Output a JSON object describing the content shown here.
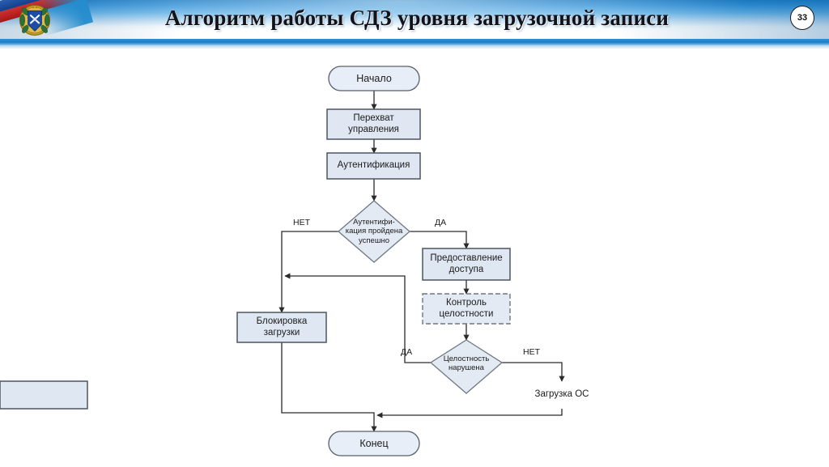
{
  "slide": {
    "title": "Алгоритм работы СДЗ уровня загрузочной записи",
    "page_number": "33",
    "emblem_name": "russian-military-crest",
    "header_colors": {
      "blue_dark": "#1f7ec4",
      "blue_mid": "#63b2e6",
      "blue_light": "#bcdcf4",
      "underbar": "#2f93da"
    }
  },
  "chart_data": {
    "type": "diagram",
    "title": "Алгоритм работы СДЗ уровня загрузочной записи",
    "nodes": [
      {
        "id": "start",
        "shape": "terminal",
        "label": "Начало",
        "fill": "#e8eef7",
        "stroke": "#58606b",
        "border": "solid"
      },
      {
        "id": "intercept",
        "shape": "process",
        "label": "Перехват\nуправления",
        "fill": "#e0e7f2",
        "stroke": "#4b5560",
        "border": "solid"
      },
      {
        "id": "auth",
        "shape": "process",
        "label": "Аутентификация",
        "fill": "#e0e7f2",
        "stroke": "#4b5560",
        "border": "solid"
      },
      {
        "id": "auth_check",
        "shape": "decision",
        "label": "Аутентифи-\nкация пройдена\nуспешно",
        "fill": "#e4eaf4",
        "stroke": "#6f7782",
        "border": "solid"
      },
      {
        "id": "grant",
        "shape": "process",
        "label": "Предоставление\nдоступа",
        "fill": "#dfe7f3",
        "stroke": "#4b5560",
        "border": "solid"
      },
      {
        "id": "integrity",
        "shape": "process",
        "label": "Контроль\nцелостности",
        "fill": "#e4eaf4",
        "stroke": "#6f7782",
        "border": "dashed"
      },
      {
        "id": "block",
        "shape": "process",
        "label": "Блокировка\nзагрузки",
        "fill": "#dfe7f3",
        "stroke": "#4b5560",
        "border": "solid"
      },
      {
        "id": "viol_check",
        "shape": "decision",
        "label": "Целостность\nнарушена",
        "fill": "#e4eaf4",
        "stroke": "#6f7782",
        "border": "solid"
      },
      {
        "id": "boot_os",
        "shape": "process",
        "label": "Загрузка ОС",
        "fill": "#dfe7f3",
        "stroke": "#4b5560",
        "border": "solid"
      },
      {
        "id": "end",
        "shape": "terminal",
        "label": "Конец",
        "fill": "#e8eef7",
        "stroke": "#58606b",
        "border": "solid"
      }
    ],
    "edges": [
      {
        "from": "start",
        "to": "intercept",
        "label": ""
      },
      {
        "from": "intercept",
        "to": "auth",
        "label": ""
      },
      {
        "from": "auth",
        "to": "auth_check",
        "label": ""
      },
      {
        "from": "auth_check",
        "to": "block",
        "label": "НЕТ"
      },
      {
        "from": "auth_check",
        "to": "grant",
        "label": "ДА"
      },
      {
        "from": "grant",
        "to": "integrity",
        "label": ""
      },
      {
        "from": "integrity",
        "to": "viol_check",
        "label": ""
      },
      {
        "from": "viol_check",
        "to": "block",
        "label": "ДА"
      },
      {
        "from": "viol_check",
        "to": "boot_os",
        "label": "НЕТ"
      },
      {
        "from": "block",
        "to": "end",
        "label": ""
      },
      {
        "from": "boot_os",
        "to": "end",
        "label": ""
      }
    ],
    "edge_labels": {
      "auth_no": "НЕТ",
      "auth_yes": "ДА",
      "viol_yes": "ДА",
      "viol_no": "НЕТ"
    },
    "node_labels": {
      "start_l1": "Начало",
      "intercept_l1": "Перехват",
      "intercept_l2": "управления",
      "auth_l1": "Аутентификация",
      "auth_check_l1": "Аутентифи-",
      "auth_check_l2": "кация пройдена",
      "auth_check_l3": "успешно",
      "grant_l1": "Предоставление",
      "grant_l2": "доступа",
      "integrity_l1": "Контроль",
      "integrity_l2": "целостности",
      "block_l1": "Блокировка",
      "block_l2": "загрузки",
      "viol_check_l1": "Целостность",
      "viol_check_l2": "нарушена",
      "boot_os_l1": "Загрузка ОС",
      "end_l1": "Конец"
    },
    "colors": {
      "node_fill": "#e0e7f2",
      "node_stroke": "#4b5560",
      "connector": "#2a2a2a"
    }
  }
}
